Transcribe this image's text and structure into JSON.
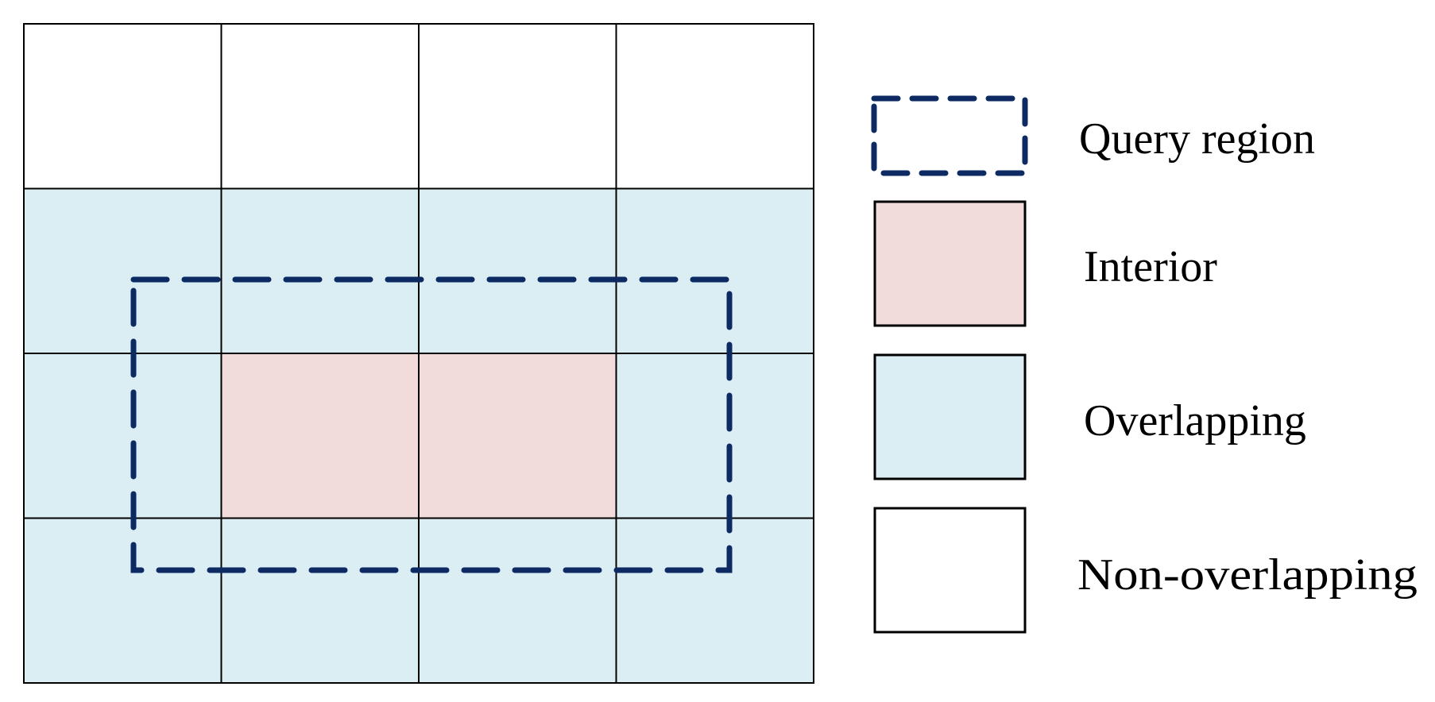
{
  "colors": {
    "interior": "#f2dcdb",
    "overlapping": "#dbeef4",
    "non_overlapping": "#ffffff",
    "grid_line": "#000000",
    "query_region": "#0d2a63"
  },
  "grid": {
    "rows": 4,
    "cols": 4,
    "cells": [
      [
        "non_overlapping",
        "non_overlapping",
        "non_overlapping",
        "non_overlapping"
      ],
      [
        "overlapping",
        "overlapping",
        "overlapping",
        "overlapping"
      ],
      [
        "overlapping",
        "interior",
        "interior",
        "overlapping"
      ],
      [
        "overlapping",
        "overlapping",
        "overlapping",
        "overlapping"
      ]
    ]
  },
  "legend": {
    "items": [
      {
        "key": "query_region",
        "label": "Query region",
        "style": "dashed"
      },
      {
        "key": "interior",
        "label": "Interior",
        "style": "solid"
      },
      {
        "key": "overlapping",
        "label": "Overlapping",
        "style": "solid"
      },
      {
        "key": "non_overlapping",
        "label": "Non-overlapping",
        "style": "solid"
      }
    ]
  }
}
